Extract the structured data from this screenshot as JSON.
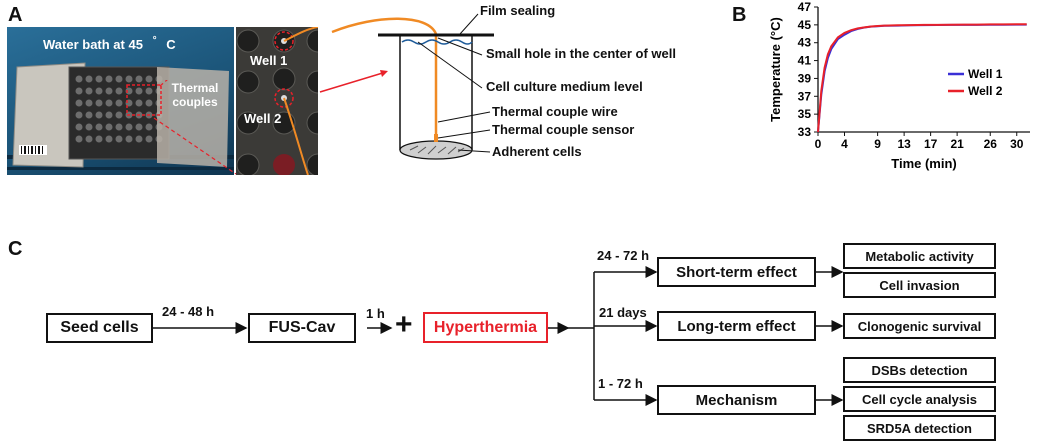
{
  "panel_a": {
    "letter": "A",
    "photo_label_bath": "Water bath at 45",
    "photo_label_deg": "°",
    "photo_label_c": "C",
    "photo_label_couples": "Thermal couples",
    "well1": "Well 1",
    "well2": "Well 2",
    "schematic": {
      "film": "Film sealing",
      "hole": "Small hole in the center of well",
      "medium": "Cell culture medium level",
      "wire": "Thermal couple wire",
      "sensor": "Thermal couple sensor",
      "cells": "Adherent cells"
    }
  },
  "panel_b": {
    "letter": "B"
  },
  "chart_data": {
    "type": "line",
    "xlabel": "Time (min)",
    "ylabel": "Temperature (°C)",
    "xlim": [
      0,
      32
    ],
    "ylim": [
      33,
      47
    ],
    "xticks": [
      0,
      4,
      9,
      13,
      17,
      21,
      26,
      30
    ],
    "yticks": [
      33,
      35,
      37,
      39,
      41,
      43,
      45,
      47
    ],
    "legend_position": "right",
    "series": [
      {
        "name": "Well 1",
        "color": "#3a2fd6",
        "x": [
          0,
          0.5,
          1,
          1.5,
          2,
          3,
          4,
          5,
          6,
          7,
          8,
          9,
          10,
          12,
          14,
          16,
          18,
          20,
          22,
          24,
          26,
          28,
          30,
          31.5
        ],
        "y": [
          33,
          37.2,
          39.8,
          41.3,
          42.3,
          43.4,
          43.9,
          44.3,
          44.55,
          44.7,
          44.8,
          44.85,
          44.9,
          44.92,
          44.95,
          44.97,
          44.98,
          45.0,
          45.0,
          45.0,
          45.02,
          45.02,
          45.03,
          45.03
        ]
      },
      {
        "name": "Well 2",
        "color": "#e8212a",
        "x": [
          0,
          0.5,
          1,
          1.5,
          2,
          3,
          4,
          5,
          6,
          7,
          8,
          9,
          10,
          12,
          14,
          16,
          18,
          20,
          22,
          24,
          26,
          28,
          30,
          31.5
        ],
        "y": [
          33,
          37.6,
          40.2,
          41.7,
          42.6,
          43.6,
          44.1,
          44.4,
          44.6,
          44.72,
          44.82,
          44.87,
          44.92,
          44.95,
          44.97,
          45.0,
          45.0,
          45.02,
          45.03,
          45.03,
          45.05,
          45.05,
          45.06,
          45.06
        ]
      }
    ]
  },
  "panel_c": {
    "letter": "C",
    "seed": "Seed cells",
    "t1": "24 - 48  h",
    "fus": "FUS-Cav",
    "t2": "1 h",
    "plus": "+",
    "hyper": "Hyperthermia",
    "b1_time": "24 - 72  h",
    "b2_time": "21 days",
    "b3_time": "1 - 72 h",
    "short": "Short-term effect",
    "long": "Long-term effect",
    "mech": "Mechanism",
    "out_metabolic": "Metabolic activity",
    "out_invasion": "Cell invasion",
    "out_clono": "Clonogenic survival",
    "out_dsb": "DSBs detection",
    "out_cycle": "Cell cycle analysis",
    "out_srd": "SRD5A detection"
  },
  "colors": {
    "hyper": "#e8212a",
    "orange": "#f08a24",
    "photo_bg": "#1d5a80"
  }
}
